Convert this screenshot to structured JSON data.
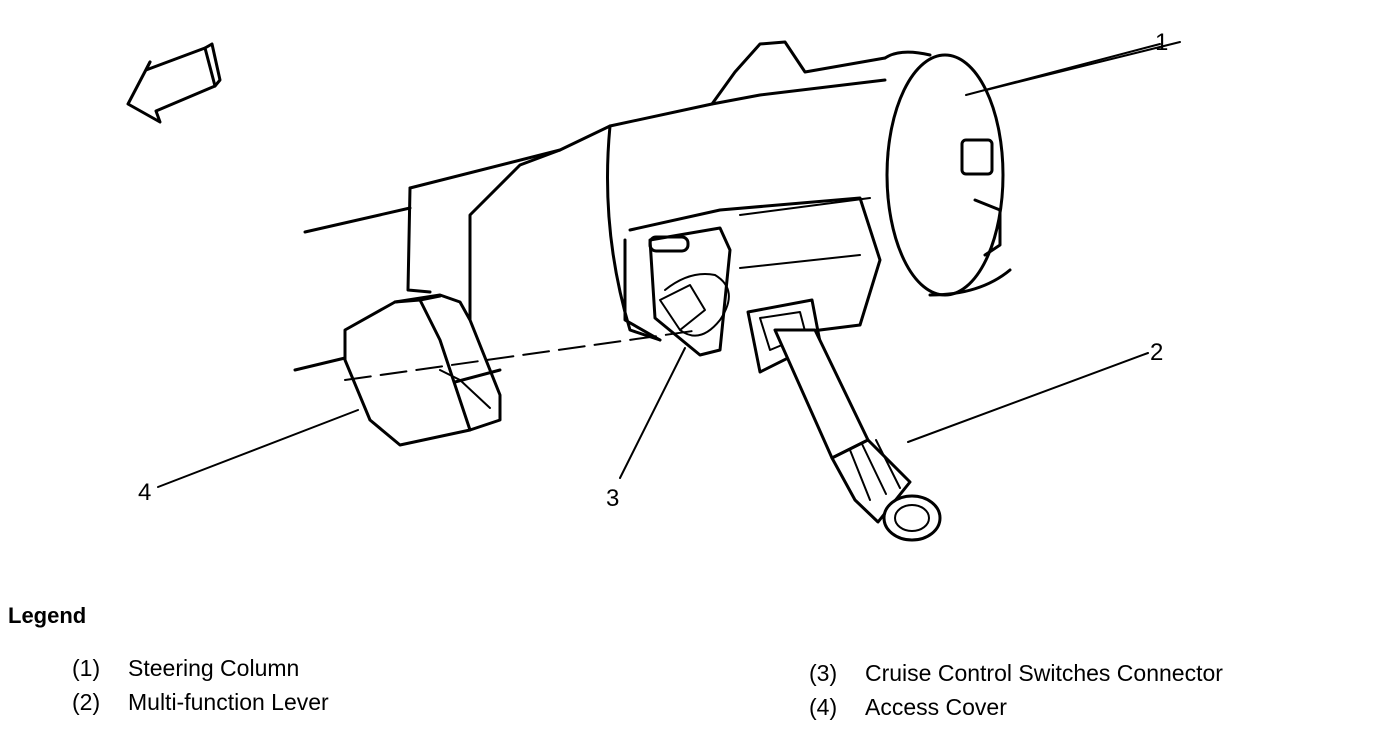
{
  "callouts": [
    "1",
    "2",
    "3",
    "4"
  ],
  "legend": {
    "title": "Legend",
    "items": [
      {
        "num": "(1)",
        "label": "Steering Column"
      },
      {
        "num": "(2)",
        "label": "Multi-function Lever"
      },
      {
        "num": "(3)",
        "label": "Cruise Control Switches Connector"
      },
      {
        "num": "(4)",
        "label": "Access Cover"
      }
    ]
  },
  "colors": {
    "ink": "#000000",
    "paper": "#ffffff"
  },
  "icons": [
    "direction-arrow-icon"
  ]
}
